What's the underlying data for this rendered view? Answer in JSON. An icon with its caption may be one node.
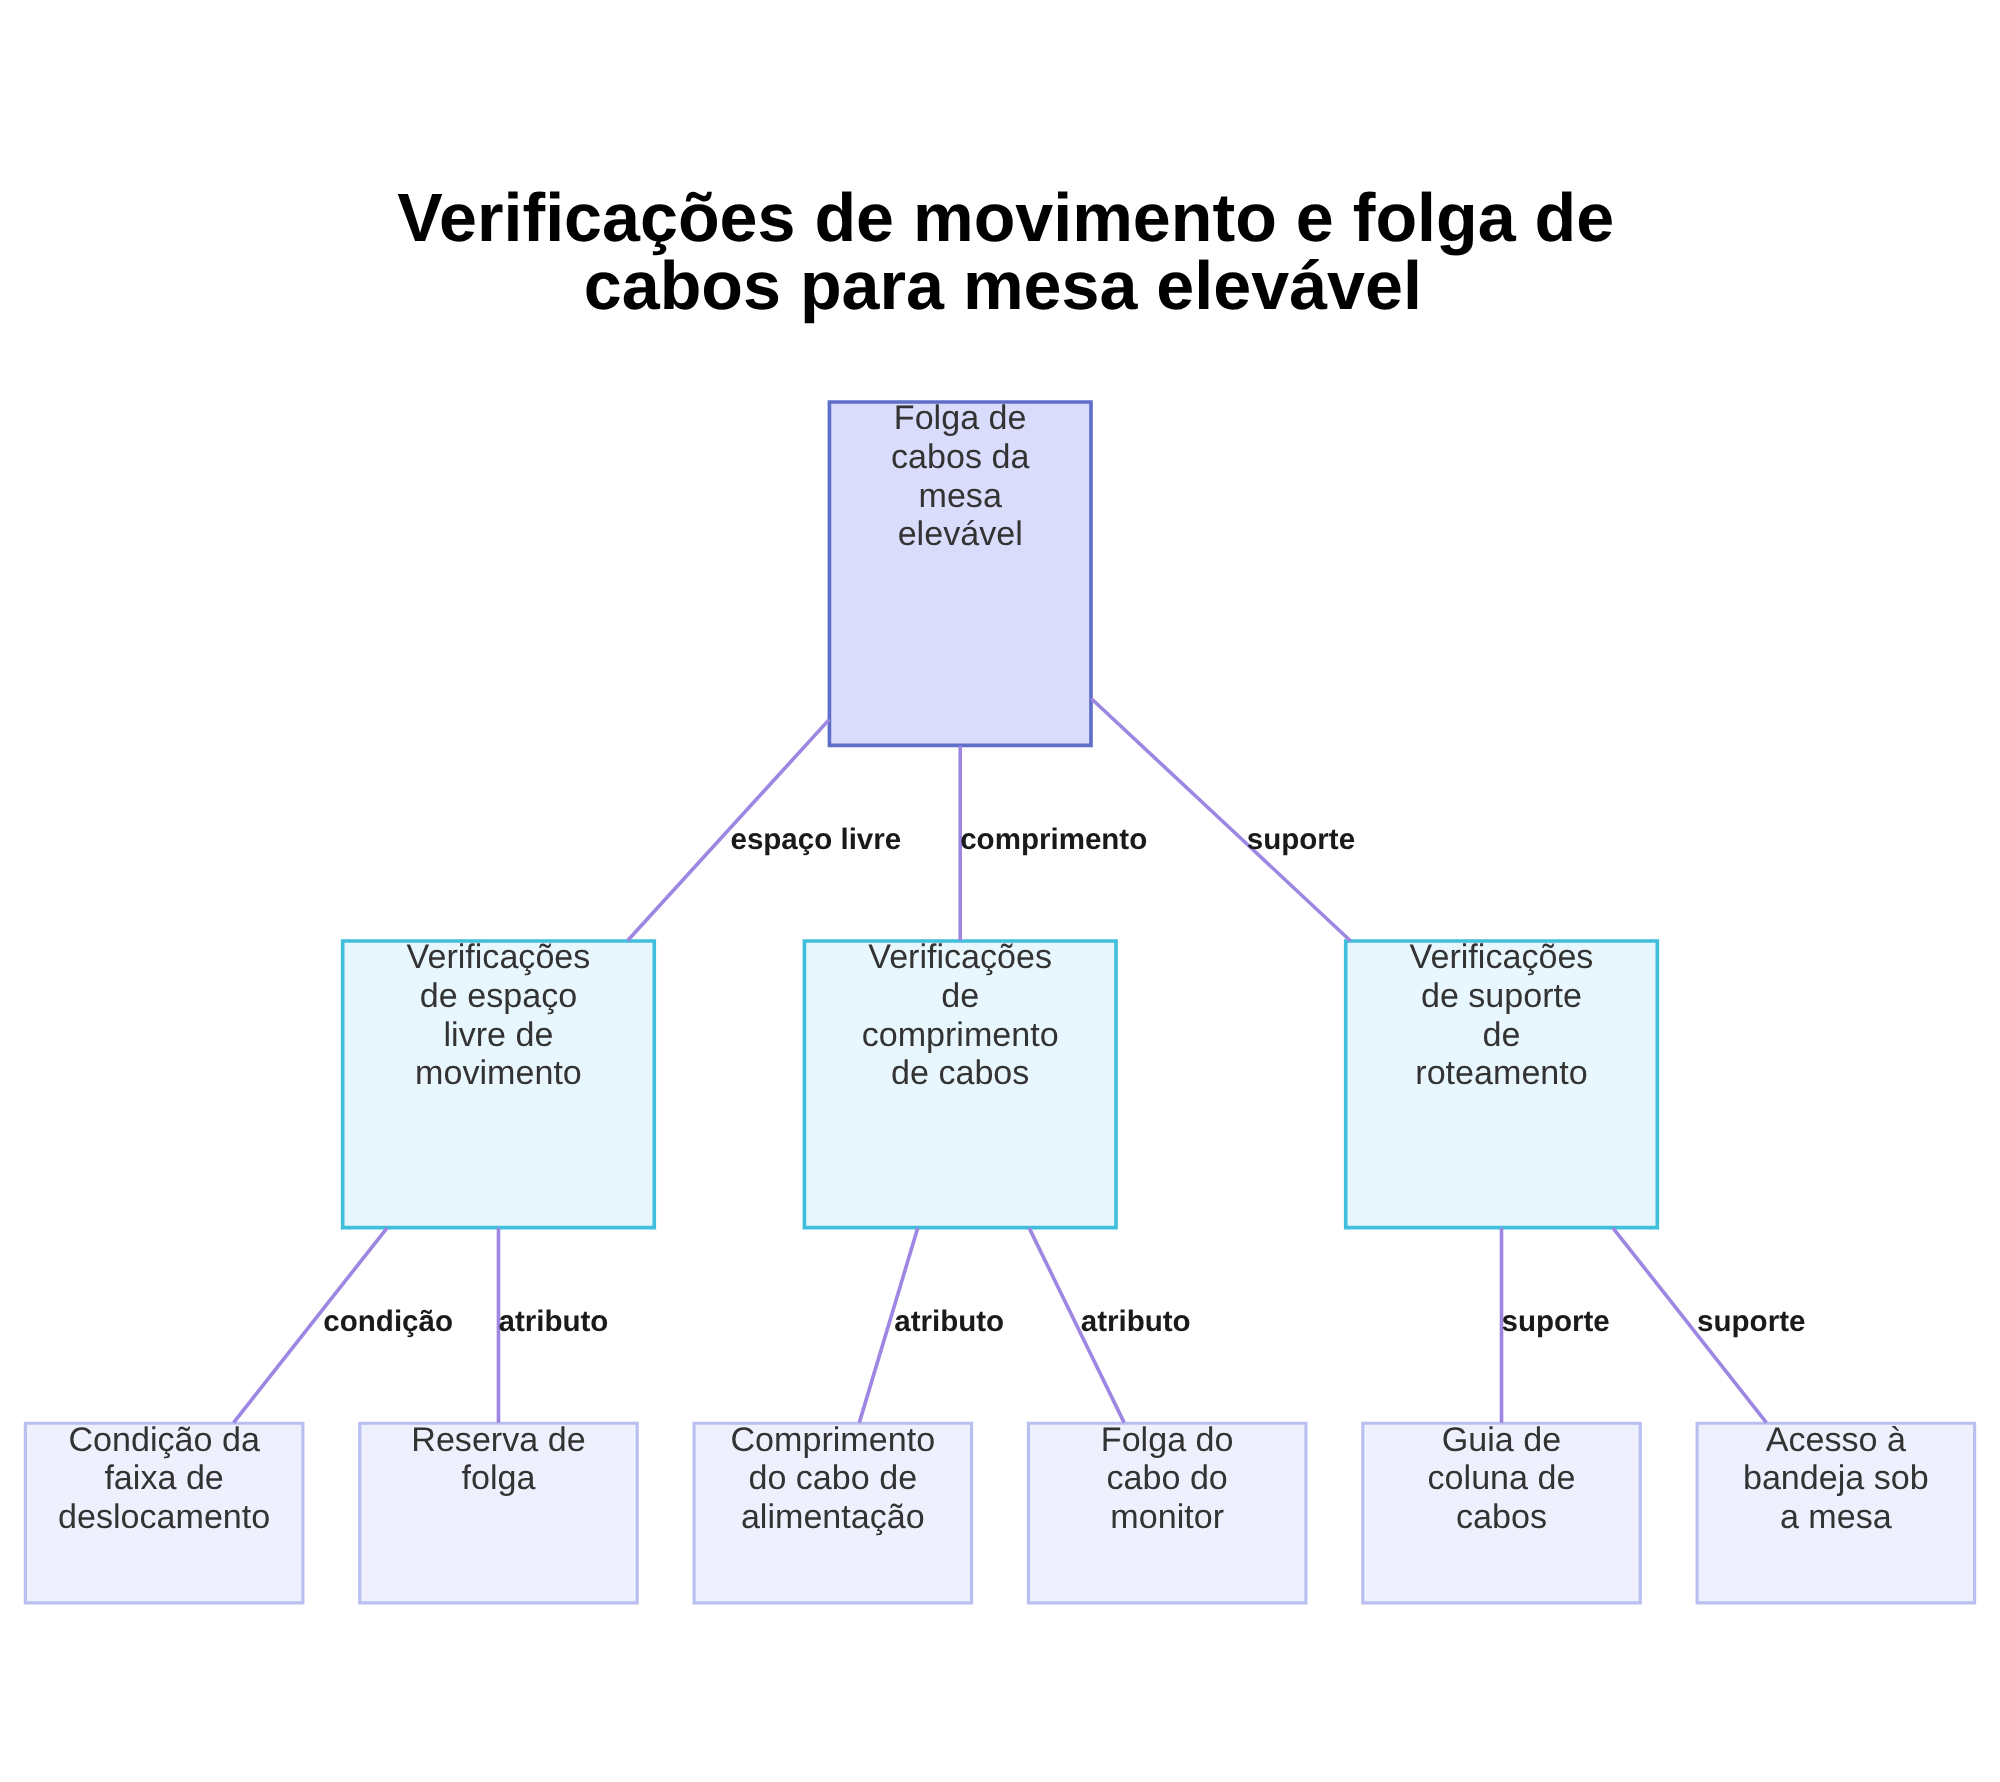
{
  "diagram": {
    "title": "Verificações de movimento e folga de cabos para mesa elevável",
    "nodes": [
      {
        "text": [
          "Folga de cabos da mesa elevável"
        ]
      },
      {
        "text": [
          "Verificações de espaço livre de movimento"
        ]
      },
      {
        "text": [
          "Verificações de comprimento de cabos"
        ]
      },
      {
        "text": [
          "Verificações de suporte de roteamento"
        ]
      },
      {
        "text": [
          "Condição da faixa de deslocamento"
        ]
      },
      {
        "text": [
          "Reserva de folga"
        ]
      },
      {
        "text": [
          "Comprimento do cabo de alimentação"
        ]
      },
      {
        "text": [
          "Folga do cabo do monitor"
        ]
      },
      {
        "text": [
          "Guia de coluna de cabos"
        ]
      },
      {
        "text": [
          "Acesso à bandeja sob a mesa"
        ]
      }
    ],
    "edges": [
      {
        "from": 0,
        "to": 1,
        "arrow": "none",
        "label": "espaço livre"
      },
      {
        "from": 0,
        "to": 2,
        "arrow": "none",
        "label": "comprimento"
      },
      {
        "from": 0,
        "to": 3,
        "arrow": "none",
        "label": "suporte"
      },
      {
        "from": 1,
        "to": 4,
        "arrow": "none",
        "label": "condição"
      },
      {
        "from": 1,
        "to": 5,
        "arrow": "none",
        "label": "atributo"
      },
      {
        "from": 2,
        "to": 6,
        "arrow": "none",
        "label": "atributo"
      },
      {
        "from": 2,
        "to": 7,
        "arrow": "none",
        "label": "atributo"
      },
      {
        "from": 3,
        "to": 8,
        "arrow": "none",
        "label": "suporte"
      },
      {
        "from": 3,
        "to": 9,
        "arrow": "none",
        "label": "suporte"
      }
    ]
  }
}
